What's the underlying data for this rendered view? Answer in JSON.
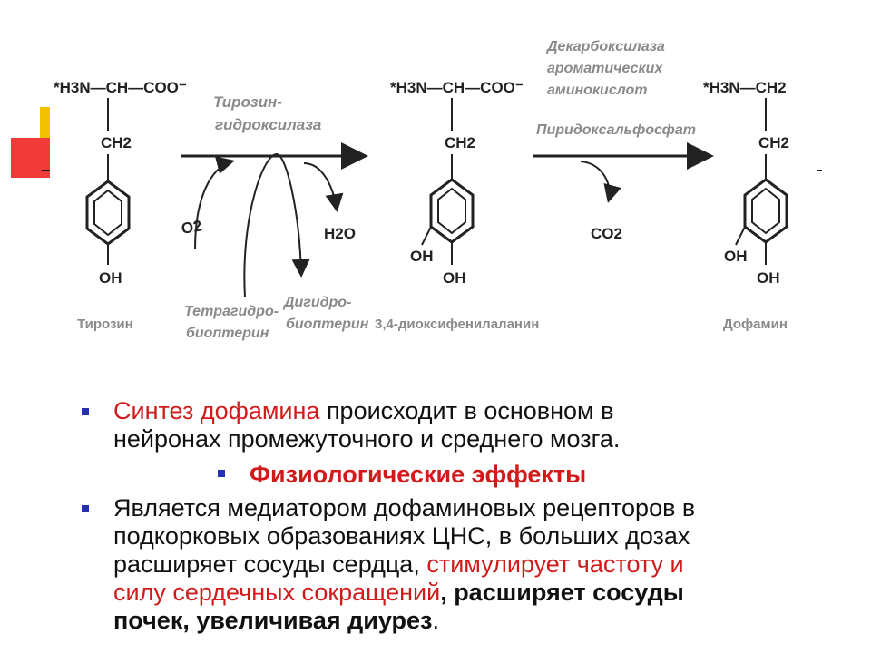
{
  "reaction": {
    "tyrosine": {
      "top_formula": "*H3N—CH—COO⁻",
      "ch2": "CH2",
      "oh": "OH",
      "name": "Тирозин"
    },
    "enzyme1": {
      "line1": "Тирозин-",
      "line2": "гидроксилаза"
    },
    "o2": "O2",
    "h2o": "H2O",
    "cofactor1": {
      "line1": "Тетрагидро-",
      "line2": "биоптерин"
    },
    "cofactor2": {
      "line1": "Дигидро-",
      "line2": "биоптерин"
    },
    "dopa": {
      "top_formula": "*H3N—CH—COO⁻",
      "ch2": "CH2",
      "oh1": "OH",
      "oh2": "OH",
      "name": "3,4-диоксифенилаланин"
    },
    "enzyme2": {
      "line1": "Декарбоксилаза",
      "line2": "ароматических",
      "line3": "аминокислот"
    },
    "cofactor3": "Пиридоксальфосфат",
    "co2": "CO2",
    "dopamine": {
      "top_formula": "*H3N—CH2",
      "ch2": "CH2",
      "oh1": "OH",
      "oh2": "OH",
      "name": "Дофамин"
    }
  },
  "bullets": {
    "p1": {
      "red": "Синтез дофамина",
      "rest1": " происходит в основном в",
      "rest2": "нейронах промежуточного и среднего мозга."
    },
    "heading": "Физиологические эффекты",
    "p2": {
      "l1": "Является медиатором дофаминовых рецепторов в",
      "l2": "подкорковых образованиях ЦНС, в больших дозах",
      "l3a": "расширяет сосуды сердца, ",
      "l3b": "стимулирует частоту и",
      "l4a": "силу сердечных сокращений",
      "l4b": ", расширяет сосуды",
      "l5a": "почек, увеличивая диурез",
      "l5b": "."
    }
  },
  "colors": {
    "accent_red": "#d11b1b",
    "bullet_blue": "#2630b5",
    "chem_grey": "#8a8a8a"
  }
}
